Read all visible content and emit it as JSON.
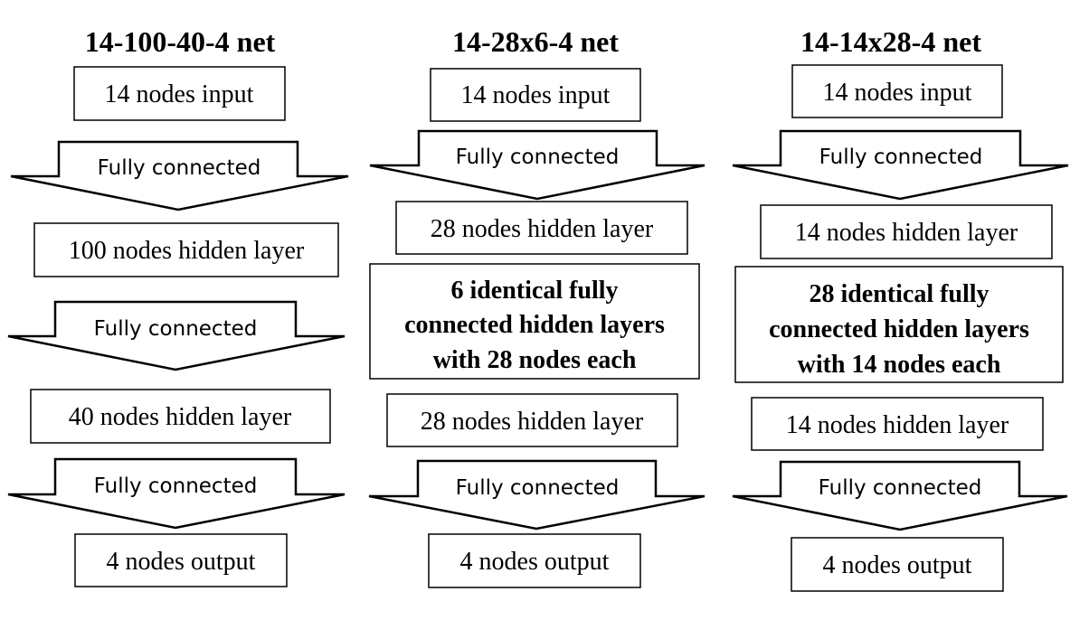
{
  "columns": [
    {
      "id": "net1",
      "title": "14-100-40-4 net",
      "steps": [
        {
          "kind": "box",
          "label": "14 nodes input"
        },
        {
          "kind": "arrow",
          "label": "Fully connected"
        },
        {
          "kind": "box",
          "label": "100 nodes hidden layer"
        },
        {
          "kind": "arrow",
          "label": "Fully connected"
        },
        {
          "kind": "box",
          "label": "40 nodes hidden layer"
        },
        {
          "kind": "arrow",
          "label": "Fully connected"
        },
        {
          "kind": "box",
          "label": "4 nodes output"
        }
      ]
    },
    {
      "id": "net2",
      "title": "14-28x6-4 net",
      "steps": [
        {
          "kind": "box",
          "label": "14 nodes input"
        },
        {
          "kind": "arrow",
          "label": "Fully connected"
        },
        {
          "kind": "box",
          "label": "28 nodes hidden layer"
        },
        {
          "kind": "box",
          "bold": true,
          "lines": [
            "6 identical fully",
            "connected hidden layers",
            "with 28 nodes each"
          ]
        },
        {
          "kind": "box",
          "label": "28 nodes hidden layer"
        },
        {
          "kind": "arrow",
          "label": "Fully connected"
        },
        {
          "kind": "box",
          "label": "4 nodes output"
        }
      ]
    },
    {
      "id": "net3",
      "title": "14-14x28-4 net",
      "steps": [
        {
          "kind": "box",
          "label": "14 nodes input"
        },
        {
          "kind": "arrow",
          "label": "Fully connected"
        },
        {
          "kind": "box",
          "label": "14 nodes hidden layer"
        },
        {
          "kind": "box",
          "bold": true,
          "lines": [
            "28 identical fully",
            "connected hidden layers",
            "with 14 nodes each"
          ]
        },
        {
          "kind": "box",
          "label": "14 nodes hidden layer"
        },
        {
          "kind": "arrow",
          "label": "Fully connected"
        },
        {
          "kind": "box",
          "label": "4 nodes output"
        }
      ]
    }
  ]
}
